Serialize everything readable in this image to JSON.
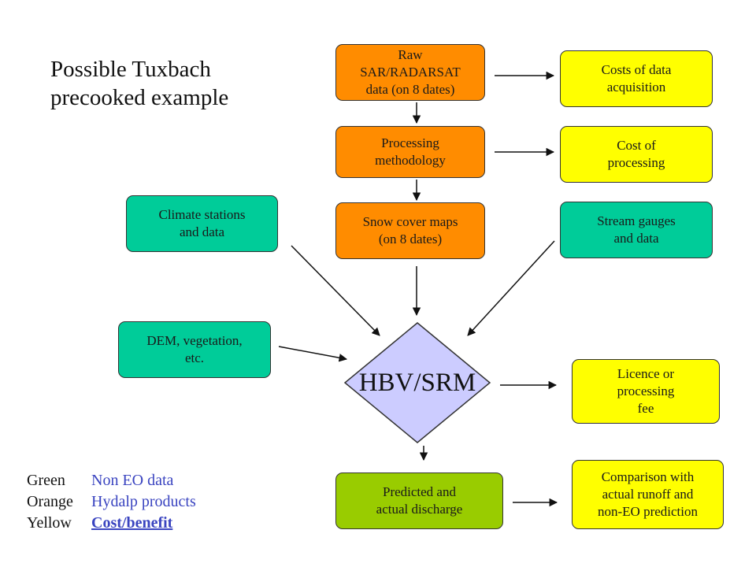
{
  "title": "Possible Tuxbach\nprecooked example",
  "colors": {
    "orange": "#ff8c00",
    "yellow": "#ffff00",
    "green": "#00cc99",
    "lime": "#99cc00",
    "diamond": "#ccccff",
    "legend_text": "#3a44c0"
  },
  "boxes": {
    "raw_sar": "Raw\nSAR/RADARSAT\ndata (on 8 dates)",
    "processing_methodology": "Processing\nmethodology",
    "snow_cover_maps": "Snow cover maps\n(on 8 dates)",
    "costs_data_acquisition": "Costs of data\nacquisition",
    "cost_of_processing": "Cost of\nprocessing",
    "stream_gauges": "Stream gauges\nand data",
    "climate_stations": "Climate stations\nand data",
    "dem_vegetation": "DEM, vegetation,\netc.",
    "licence_fee": "Licence or\nprocessing\nfee",
    "predicted_discharge": "Predicted and\nactual discharge",
    "comparison": "Comparison with\nactual runoff and\nnon-EO prediction"
  },
  "model": {
    "label": "HBV/SRM"
  },
  "legend": [
    {
      "key": "Green",
      "value": "Non EO data"
    },
    {
      "key": "Orange",
      "value": "Hydalp products"
    },
    {
      "key": "Yellow",
      "value": "Cost/benefit"
    }
  ]
}
